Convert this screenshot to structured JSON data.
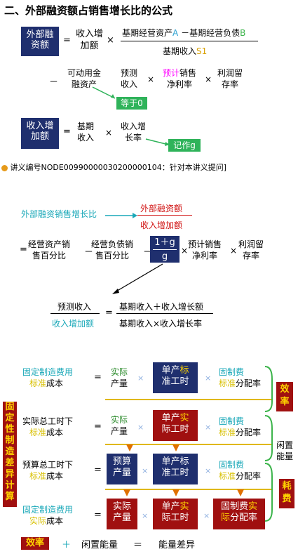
{
  "section1": {
    "heading": "二、外部融资额占销售增长比的公式",
    "box_financing": [
      "外部融",
      "资额"
    ],
    "eq": "=",
    "sales_increase": [
      "收入增",
      "加额"
    ],
    "times": "×",
    "numerator": {
      "part1": "基期经营资产",
      "tag_a": "A",
      "minus": "－基期经营负债",
      "tag_b": "B"
    },
    "denominator": {
      "text": "基期收入",
      "tag": "S1"
    },
    "minus_sign": "－",
    "financial_assets": [
      "可动用金",
      "融资产"
    ],
    "forecast_income": [
      "预测",
      "收入"
    ],
    "sales_margin": {
      "hl": "预计",
      "rest": "销售",
      "line2": "净利率"
    },
    "retention": [
      "利润留",
      "存率"
    ],
    "equals_zero": "等于0",
    "box_sales_increase": [
      "收入增",
      "加额"
    ],
    "base_income": [
      "基期",
      "收入"
    ],
    "growth_rate": [
      "收入增",
      "长率"
    ],
    "denote_g": "记作g",
    "note": "讲义编号NODE00990000030200000104：针对本讲义提问]"
  },
  "section2": {
    "ratio_label": "外部融资销售增长比",
    "frac_num": "外部融资额",
    "frac_den": "收入增加额",
    "eq_minus": "=",
    "asset_pct": [
      "经营资产销",
      "售百分比"
    ],
    "minus": "－",
    "liab_pct": [
      "经营负债销",
      "售百分比"
    ],
    "minus2": "－",
    "g_num": "1＋g",
    "g_den": "g",
    "times": "×",
    "sales_margin": [
      "预计销售",
      "净利率"
    ],
    "times2": "×",
    "retention": [
      "利润留",
      "存率"
    ],
    "lhs_num": "预测收入",
    "lhs_den": "收入增加额",
    "rhs_num": "基期收入＋收入增长额",
    "rhs_den": "基期收入×收入增长率"
  },
  "section3": {
    "side_label": [
      "固",
      "定",
      "性",
      "制",
      "造",
      "差",
      "异",
      "计",
      "算"
    ],
    "rows": [
      {
        "left1": "固定制造费用",
        "left2a": "标准",
        "left2b": "成本",
        "c1": "实际",
        "c1b": "产量",
        "c2a": "单产",
        "c2b": "标",
        "c2c": "准工时",
        "c3a": "固制费",
        "c3b": "标",
        "c3c": "准",
        "c3d": "分配率"
      },
      {
        "left1": "实际总工时下",
        "left2a": "标准",
        "left2b": "成本",
        "c1": "实际",
        "c1b": "产量",
        "c2a": "单产",
        "c2b": "实",
        "c2c": "际工时",
        "c3a": "固制费",
        "c3b": "标",
        "c3c": "准",
        "c3d": "分配率"
      },
      {
        "left1": "预算总工时下",
        "left2a": "标准",
        "left2b": "成本",
        "c1": "预算",
        "c1b": "产量",
        "c2a": "单产标",
        "c2b": "",
        "c2c": "准工时",
        "c3a": "固制费",
        "c3b": "标",
        "c3c": "准",
        "c3d": "分配率"
      },
      {
        "left1": "固定制造费用",
        "left2a": "实际",
        "left2b": "成本",
        "c1": "实际",
        "c1b": "产量",
        "c2a": "单产",
        "c2b": "实",
        "c2c": "际工时",
        "c3a": "固制费",
        "c3b": "实",
        "c3c": "际",
        "c3d": "分配率"
      }
    ],
    "eq": "=",
    "times": "×",
    "labels": {
      "efficiency": [
        "效",
        "率"
      ],
      "idle": [
        "闲置",
        "能量"
      ],
      "cost": [
        "耗",
        "费"
      ]
    },
    "bottom": {
      "efficiency": "效率",
      "plus": "＋",
      "idle": "闲置能量",
      "eq": "＝",
      "capacity": "能量差异"
    }
  }
}
